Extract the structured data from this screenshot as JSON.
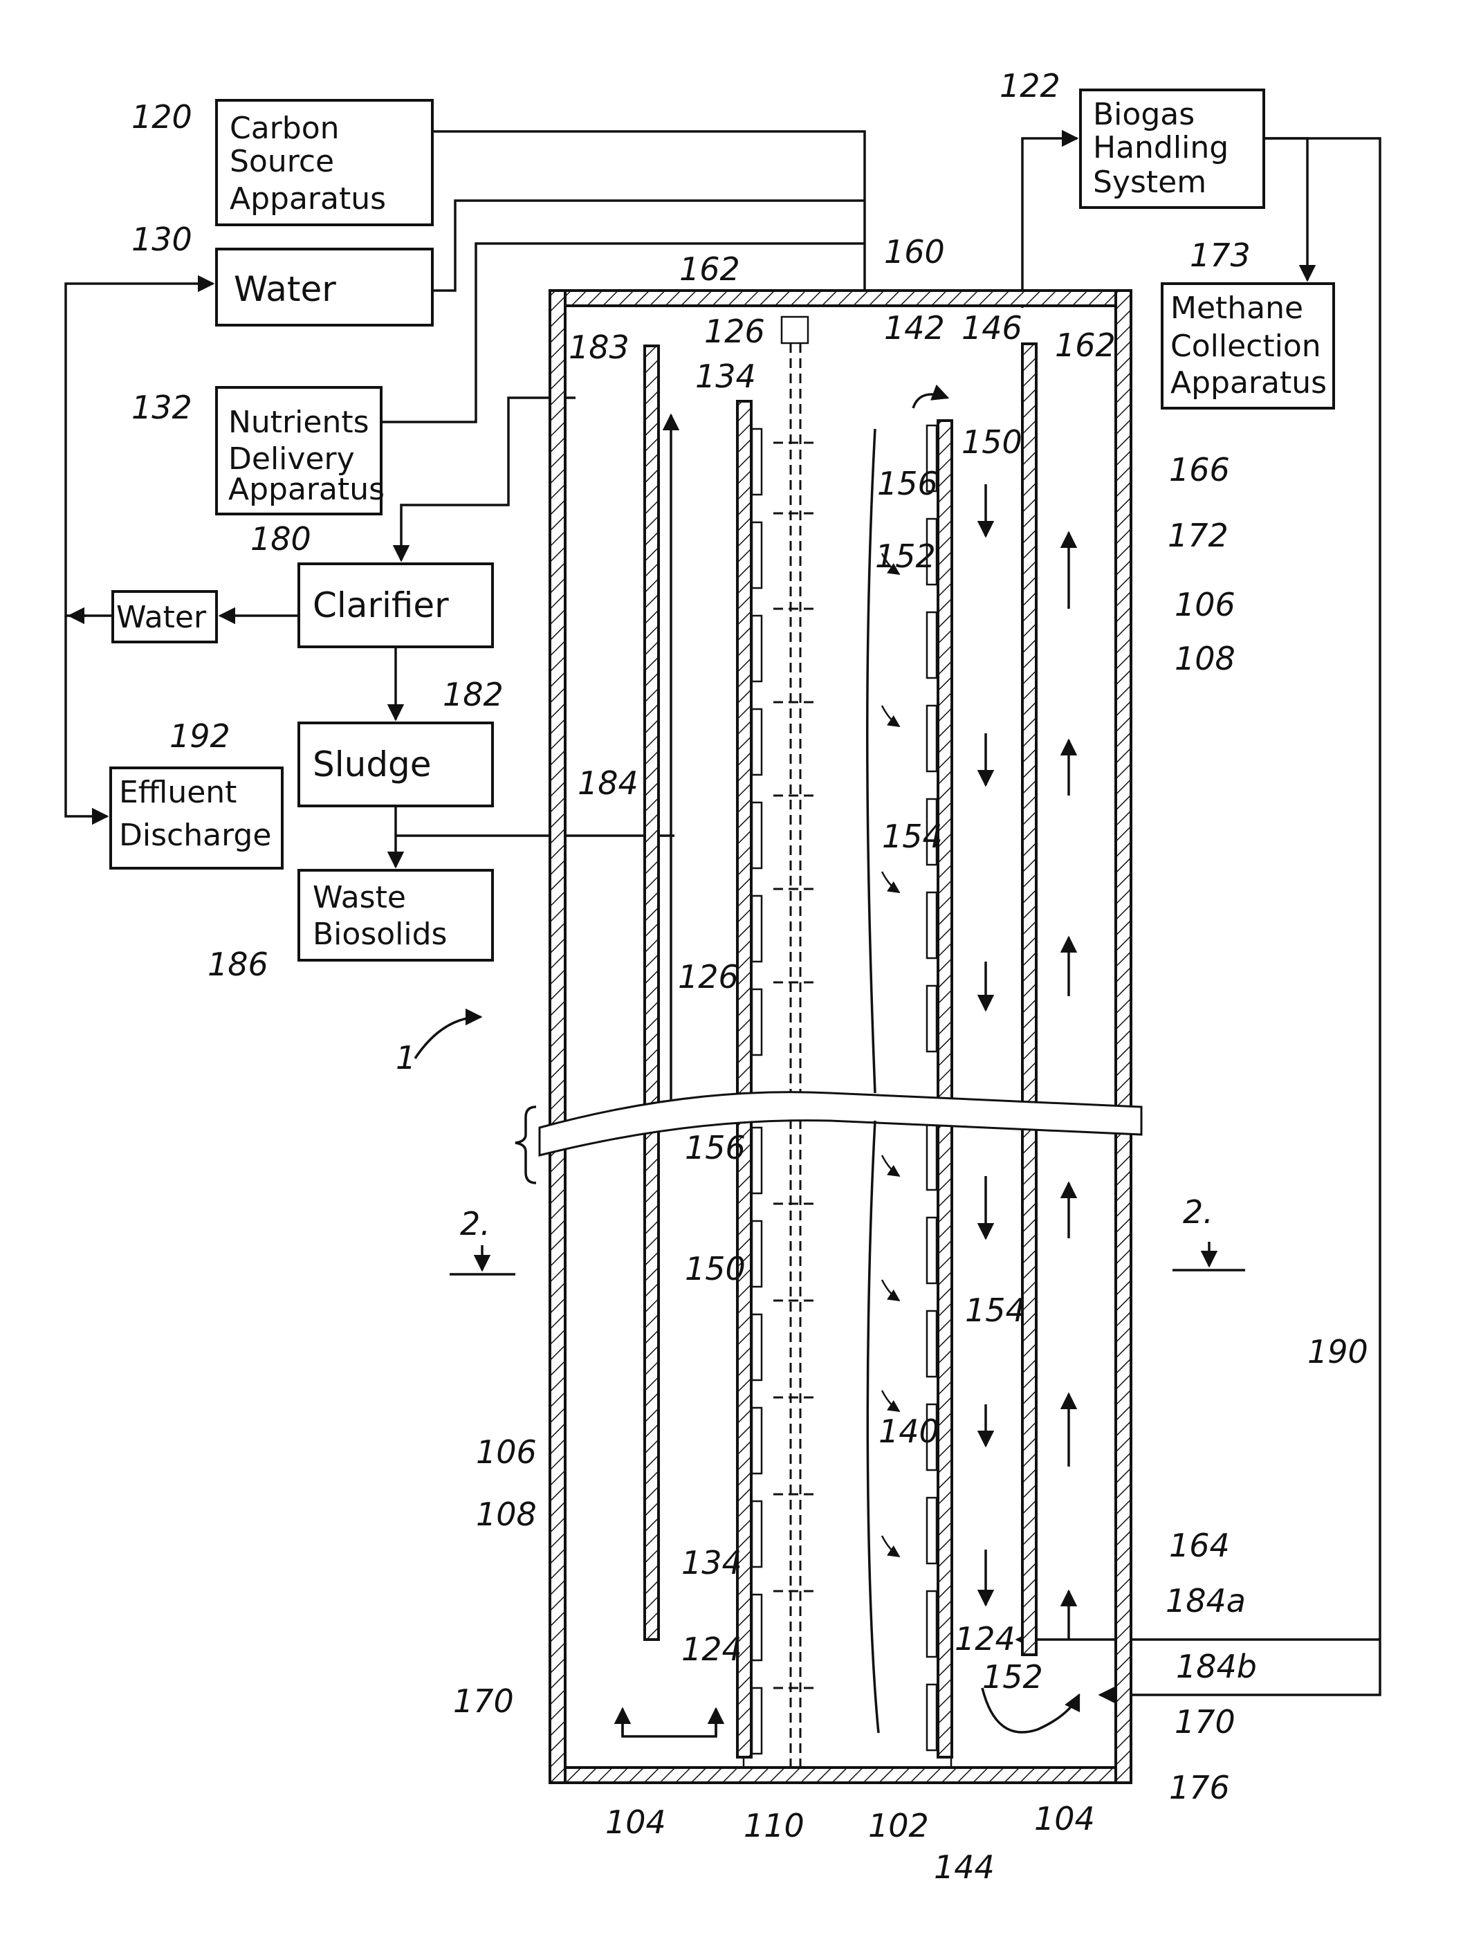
{
  "boxes": {
    "carbon_source": [
      "Carbon",
      "Source",
      "Apparatus"
    ],
    "water_top": [
      "Water"
    ],
    "nutrients": [
      "Nutrients",
      "Delivery",
      "Apparatus"
    ],
    "biogas": [
      "Biogas",
      "Handling",
      "System"
    ],
    "methane": [
      "Methane",
      "Collection",
      "Apparatus"
    ],
    "clarifier": [
      "Clarifier"
    ],
    "water_out": [
      "Water"
    ],
    "sludge": [
      "Sludge"
    ],
    "effluent": [
      "Effluent",
      "Discharge"
    ],
    "waste": [
      "Waste",
      "Biosolids"
    ]
  },
  "refs": {
    "r120": "120",
    "r122": "122",
    "r130": "130",
    "r132": "132",
    "r173": "173",
    "r180": "180",
    "r182": "182",
    "r192": "192",
    "r186": "186",
    "r184": "184",
    "r160": "160",
    "r162a": "162",
    "r162b": "162",
    "r126a": "126",
    "r126b": "126",
    "r142": "142",
    "r146": "146",
    "r134a": "134",
    "r134b": "134",
    "r183": "183",
    "r150a": "150",
    "r150b": "150",
    "r156a": "156",
    "r156b": "156",
    "r166": "166",
    "r172": "172",
    "r152a": "152",
    "r152b": "152",
    "r106a": "106",
    "r106b": "106",
    "r108a": "108",
    "r108b": "108",
    "r154a": "154",
    "r154b": "154",
    "r140": "140",
    "r164": "164",
    "r184a": "184a",
    "r184b": "184b",
    "r124a": "124",
    "r124b": "124",
    "r170a": "170",
    "r170b": "170",
    "r176": "176",
    "r104a": "104",
    "r104b": "104",
    "r110": "110",
    "r102": "102",
    "r144": "144",
    "r190": "190",
    "r1": "1",
    "sec_left": "2.",
    "sec_right": "2."
  }
}
